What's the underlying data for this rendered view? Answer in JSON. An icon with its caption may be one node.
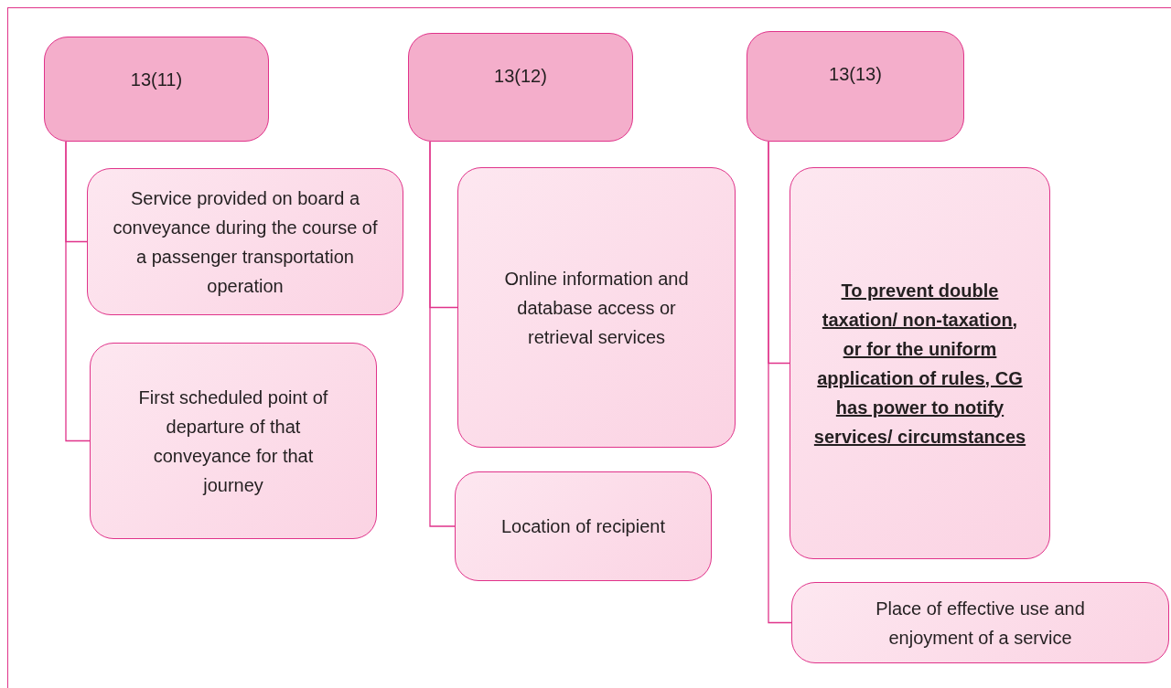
{
  "diagram": {
    "nodes": [
      {
        "text": [
          "13(11)"
        ]
      },
      {
        "text": [
          "Service provided on board a conveyance during the course of a passenger transportation operation"
        ]
      },
      {
        "text": [
          "First scheduled point of departure of that conveyance for that journey"
        ]
      },
      {
        "text": [
          "13(12)"
        ]
      },
      {
        "text": [
          "Online information and database access or retrieval services"
        ]
      },
      {
        "text": [
          "Location of recipient"
        ]
      },
      {
        "text": [
          "13(13)"
        ]
      },
      {
        "text": [
          "To prevent double taxation/ non-taxation, or for the uniform application of rules, CG has power to notify services/ circumstances"
        ]
      },
      {
        "text": [
          "Place of effective use and enjoyment of a service"
        ]
      }
    ],
    "edges": [
      {
        "from": 0,
        "to": 1,
        "arrow": "none"
      },
      {
        "from": 0,
        "to": 2,
        "arrow": "none"
      },
      {
        "from": 3,
        "to": 4,
        "arrow": "none"
      },
      {
        "from": 3,
        "to": 5,
        "arrow": "none"
      },
      {
        "from": 6,
        "to": 7,
        "arrow": "none"
      },
      {
        "from": 6,
        "to": 8,
        "arrow": "none"
      }
    ]
  }
}
